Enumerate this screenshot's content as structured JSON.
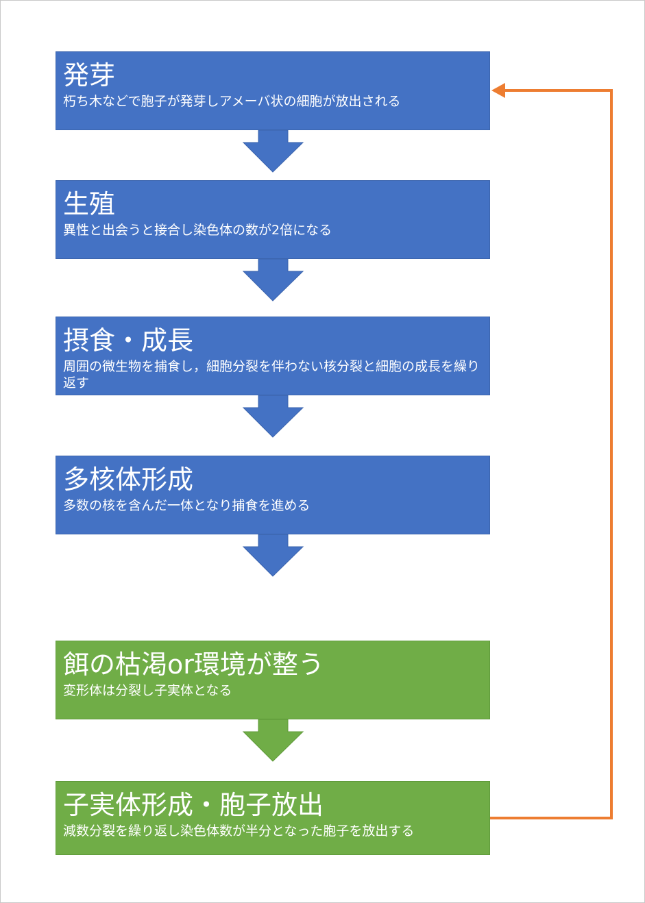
{
  "colors": {
    "blue": "#4472c4",
    "green": "#70ad47",
    "loop": "#ed7d31"
  },
  "steps": [
    {
      "title": "発芽",
      "desc": "朽ち木などで胞子が発芽しアメーバ状の細胞が放出される",
      "color": "blue"
    },
    {
      "title": "生殖",
      "desc": "異性と出会うと接合し染色体の数が2倍になる",
      "color": "blue"
    },
    {
      "title": "摂食・成長",
      "desc": "周囲の微生物を捕食し，細胞分裂を伴わない核分裂と細胞の成長を繰り返す",
      "color": "blue"
    },
    {
      "title": "多核体形成",
      "desc": "多数の核を含んだ一体となり捕食を進める",
      "color": "blue"
    },
    {
      "title": "餌の枯渇or環境が整う",
      "desc": "変形体は分裂し子実体となる",
      "color": "green"
    },
    {
      "title": "子実体形成・胞子放出",
      "desc": "減数分裂を繰り返し染色体数が半分となった胞子を放出する",
      "color": "green"
    }
  ]
}
